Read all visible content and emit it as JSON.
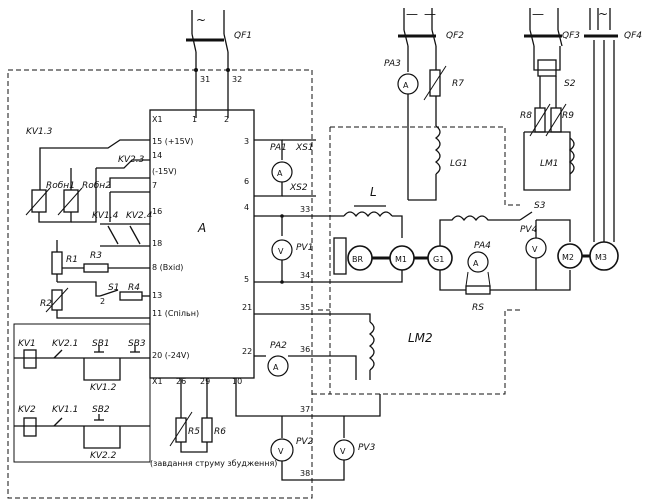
{
  "breakers": [
    "QF1",
    "QF2",
    "QF3",
    "QF4"
  ],
  "supply_marks": [
    "~",
    "—",
    "—",
    "~"
  ],
  "controller": {
    "name": "A",
    "pins_top": [
      "X1",
      "1",
      "2"
    ],
    "pins_left": [
      "15 (+15V)",
      "14",
      "(-15V)",
      "7",
      "16",
      "18",
      "8 (Bxid)",
      "13",
      "2",
      "11 (Cпільн)",
      "20 (-24V)"
    ],
    "pins_right": [
      "3",
      "6",
      "4",
      "5",
      "21",
      "22"
    ],
    "pins_bottom": [
      "X1",
      "26",
      "29",
      "10"
    ],
    "bottom_note": "(завдання струму збудження)"
  },
  "terminals": [
    "31",
    "32",
    "33",
    "34",
    "35",
    "36",
    "37",
    "38"
  ],
  "meters": [
    "PA1",
    "PA2",
    "PA3",
    "PA4",
    "PV1",
    "PV2",
    "PV3",
    "PV4"
  ],
  "meter_symbols": {
    "ammeter": "A",
    "voltmeter": "V"
  },
  "sockets": [
    "XS1",
    "XS2"
  ],
  "resistors": [
    "R1",
    "R2",
    "R3",
    "R4",
    "R5",
    "R6",
    "R7",
    "R8",
    "R9",
    "RS"
  ],
  "feedback_resistors": [
    "Rобн1",
    "Rобн2"
  ],
  "relays_contacts": [
    "KV1.3",
    "KV2.3",
    "KV1.4",
    "KV2.4",
    "KV1",
    "KV2",
    "KV2.1",
    "KV1.1",
    "KV1.2",
    "KV2.2"
  ],
  "buttons": [
    "SB1",
    "SB2",
    "SB3"
  ],
  "switches": [
    "S1",
    "S2",
    "S3"
  ],
  "machines": [
    "BR",
    "M1",
    "G1",
    "M2",
    "M3"
  ],
  "windings": [
    "L",
    "LG1",
    "LM1",
    "LM2"
  ]
}
